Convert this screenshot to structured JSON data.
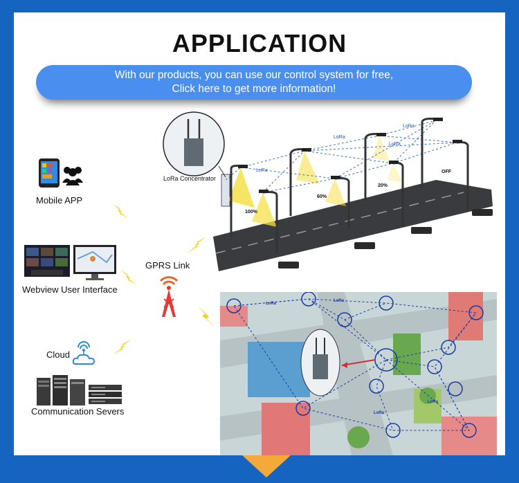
{
  "title": "APPLICATION",
  "banner": {
    "line1": "With our products, you can use our control system for free,",
    "line2": "Click here to get more information!"
  },
  "left_panel": {
    "mobile_app": "Mobile APP",
    "webview": "Webview User Interface",
    "cloud": "Cloud",
    "servers": "Communication Severs",
    "gprs": "GPRS Link"
  },
  "street": {
    "concentrator": "LoRa Concentrator",
    "lora": "LoRa",
    "levels": [
      "100%",
      "60%",
      "20%",
      "OFF"
    ]
  },
  "colors": {
    "brand_blue": "#1565c0",
    "banner_blue": "#4a8ff0",
    "accent_orange": "#f5a93b",
    "lightning_yellow": "#f2d21c",
    "tower_red": "#e53935"
  }
}
